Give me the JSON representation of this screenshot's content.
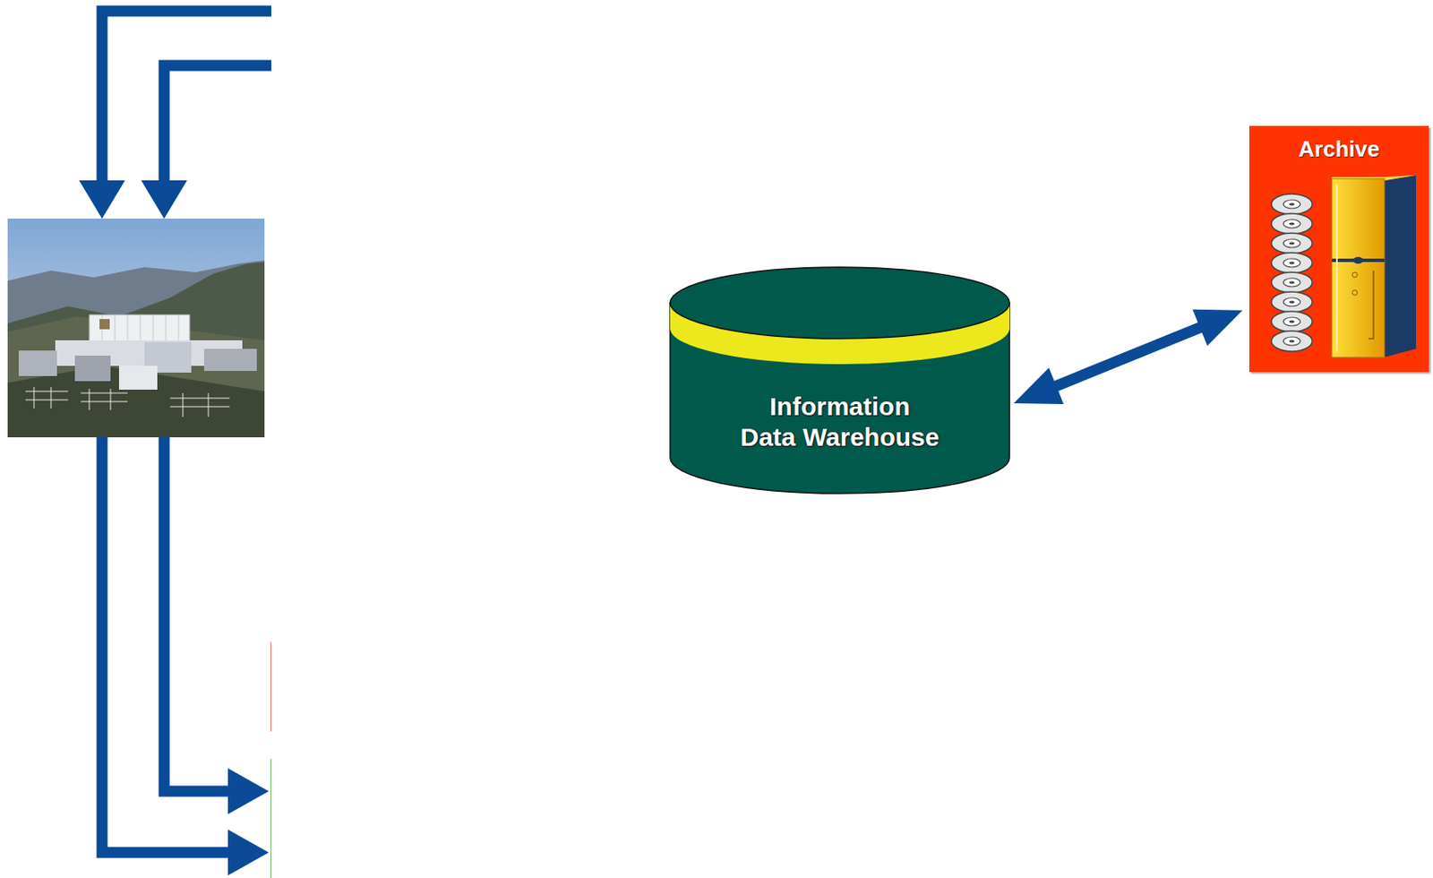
{
  "diagram": {
    "nodes": [
      {
        "text": [
          "Information Data Warehouse"
        ]
      },
      {
        "text": [
          "Archive"
        ]
      }
    ],
    "edges": [
      {
        "from": 0,
        "to": 1,
        "arrow": "both"
      }
    ]
  }
}
